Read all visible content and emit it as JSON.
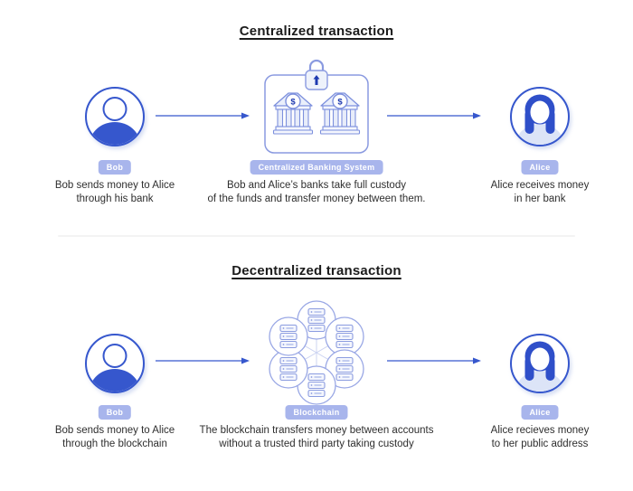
{
  "colors": {
    "primary_blue": "#3657cd",
    "hair_blue": "#2f4fc9",
    "badge_background": "#a8b5ec",
    "badge_text": "#ffffff",
    "icon_stroke": "#7d90dd",
    "icon_fill_light": "#eef2fb",
    "network_line": "#cdd4f2",
    "body_light": "#dce4f7",
    "text_dark": "#2e2e2e"
  },
  "centralized": {
    "title": "Centralized transaction",
    "bob": {
      "badge": "Bob",
      "line1": "Bob sends money to Alice",
      "line2": "through his bank"
    },
    "system": {
      "badge": "Centralized Banking System",
      "line1": "Bob and Alice’s banks take full custody",
      "line2": "of the funds and transfer money between them."
    },
    "alice": {
      "badge": "Alice",
      "line1": "Alice receives money",
      "line2": "in her bank"
    }
  },
  "decentralized": {
    "title": "Decentralized transaction",
    "bob": {
      "badge": "Bob",
      "line1": "Bob sends money to Alice",
      "line2": "through the blockchain"
    },
    "system": {
      "badge": "Blockchain",
      "line1": "The blockchain transfers money between accounts",
      "line2": "without a trusted third party taking custody"
    },
    "alice": {
      "badge": "Alice",
      "line1": "Alice recieves money",
      "line2": "to her public address"
    }
  },
  "symbols": {
    "dollar": "$"
  }
}
